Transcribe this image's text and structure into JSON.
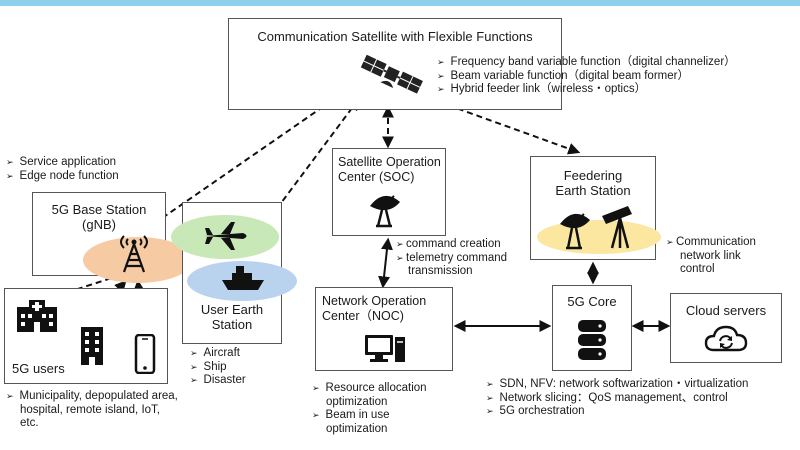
{
  "satellite": {
    "title": "Communication Satellite with Flexible Functions",
    "features": [
      "Frequency band variable function（digital channelizer）",
      "Beam variable function（digital beam former）",
      "Hybrid feeder link（wireless・optics）"
    ]
  },
  "base_station": {
    "title_line1": "5G Base Station",
    "title_line2": "(gNB)",
    "notes": [
      "Service application",
      "Edge node function"
    ]
  },
  "user_earth_station": {
    "title_line1": "User Earth",
    "title_line2": "Station",
    "notes": [
      "Aircraft",
      "Ship",
      "Disaster"
    ]
  },
  "soc": {
    "title_line1": "Satellite Operation",
    "title_line2": "Center (SOC)",
    "notes_line1": "command creation",
    "notes_line2": "telemetry command",
    "notes_line3": "transmission"
  },
  "feeder_station": {
    "title_line1": "Feedering",
    "title_line2": "Earth Station",
    "notes_line1": "Communication",
    "notes_line2": "network link",
    "notes_line3": "control"
  },
  "noc": {
    "title_line1": "Network Operation",
    "title_line2": "Center（NOC)",
    "notes": [
      "Resource allocation optimization",
      "Beam in use optimization"
    ]
  },
  "core": {
    "title": "5G Core",
    "notes": [
      "SDN, NFV: network softwarization・virtualization",
      "Network slicing：QoS management、control",
      "5G orchestration"
    ]
  },
  "cloud": {
    "title": "Cloud servers"
  },
  "users": {
    "title": "5G users",
    "notes": [
      "Municipality, depopulated area, hospital, remote island, IoT, etc."
    ]
  },
  "icons": [
    "satellite-icon",
    "dish-icon",
    "telescope-icon",
    "cell-tower-icon",
    "airplane-icon",
    "ship-icon",
    "hospital-icon",
    "building-icon",
    "smartphone-icon",
    "computer-icon",
    "database-icon",
    "cloud-sync-icon"
  ],
  "colors": {
    "accent_bar": "#8fd0ec",
    "orange_ellipse": "#f6caa2",
    "green_ellipse": "#c9e8b8",
    "blue_ellipse": "#b9d2ee",
    "yellow_ellipse": "#fbe7a0"
  }
}
